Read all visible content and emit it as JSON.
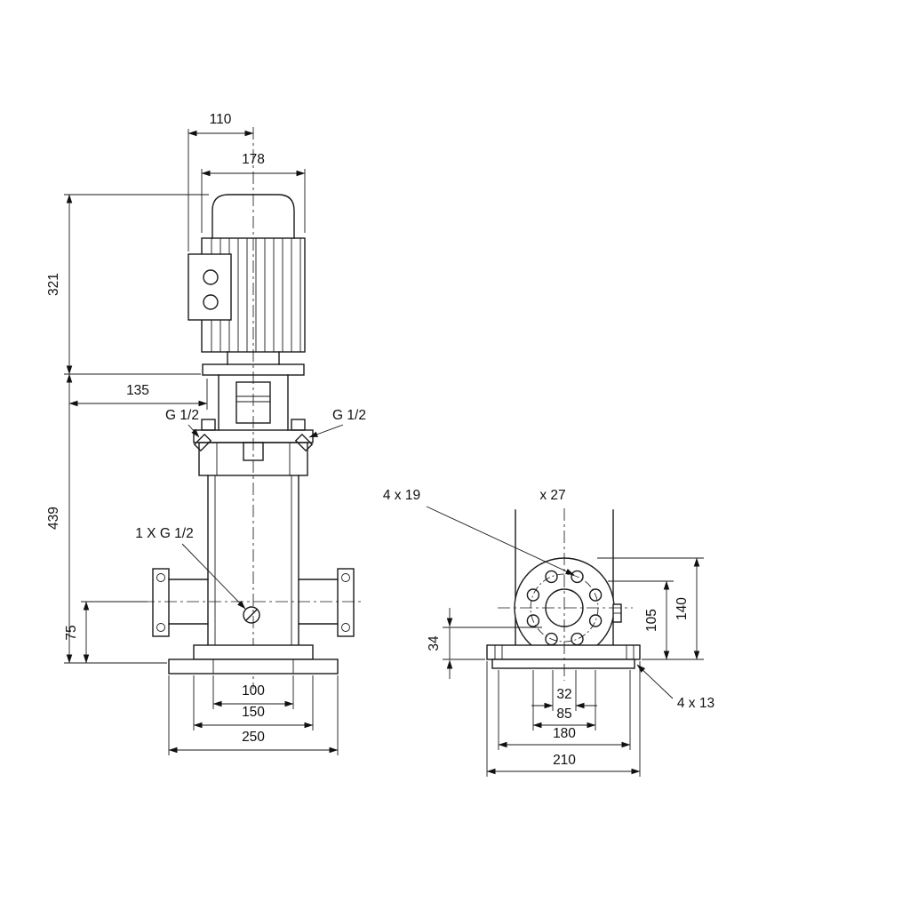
{
  "front_view": {
    "dim_110": "110",
    "dim_178": "178",
    "dim_321": "321",
    "dim_135": "135",
    "dim_439": "439",
    "dim_75": "75",
    "dim_100": "100",
    "dim_150": "150",
    "dim_250": "250",
    "plug_left": "G 1/2",
    "plug_right": "G 1/2",
    "drain_label": "1 X G 1/2"
  },
  "side_view": {
    "hole_label_1": "4 x 19",
    "hole_label_2": "x 27",
    "dim_105": "105",
    "dim_140": "140",
    "dim_34": "34",
    "dim_32": "32",
    "dim_85": "85",
    "dim_180": "180",
    "dim_210": "210",
    "base_hole_label": "4 x 13"
  }
}
